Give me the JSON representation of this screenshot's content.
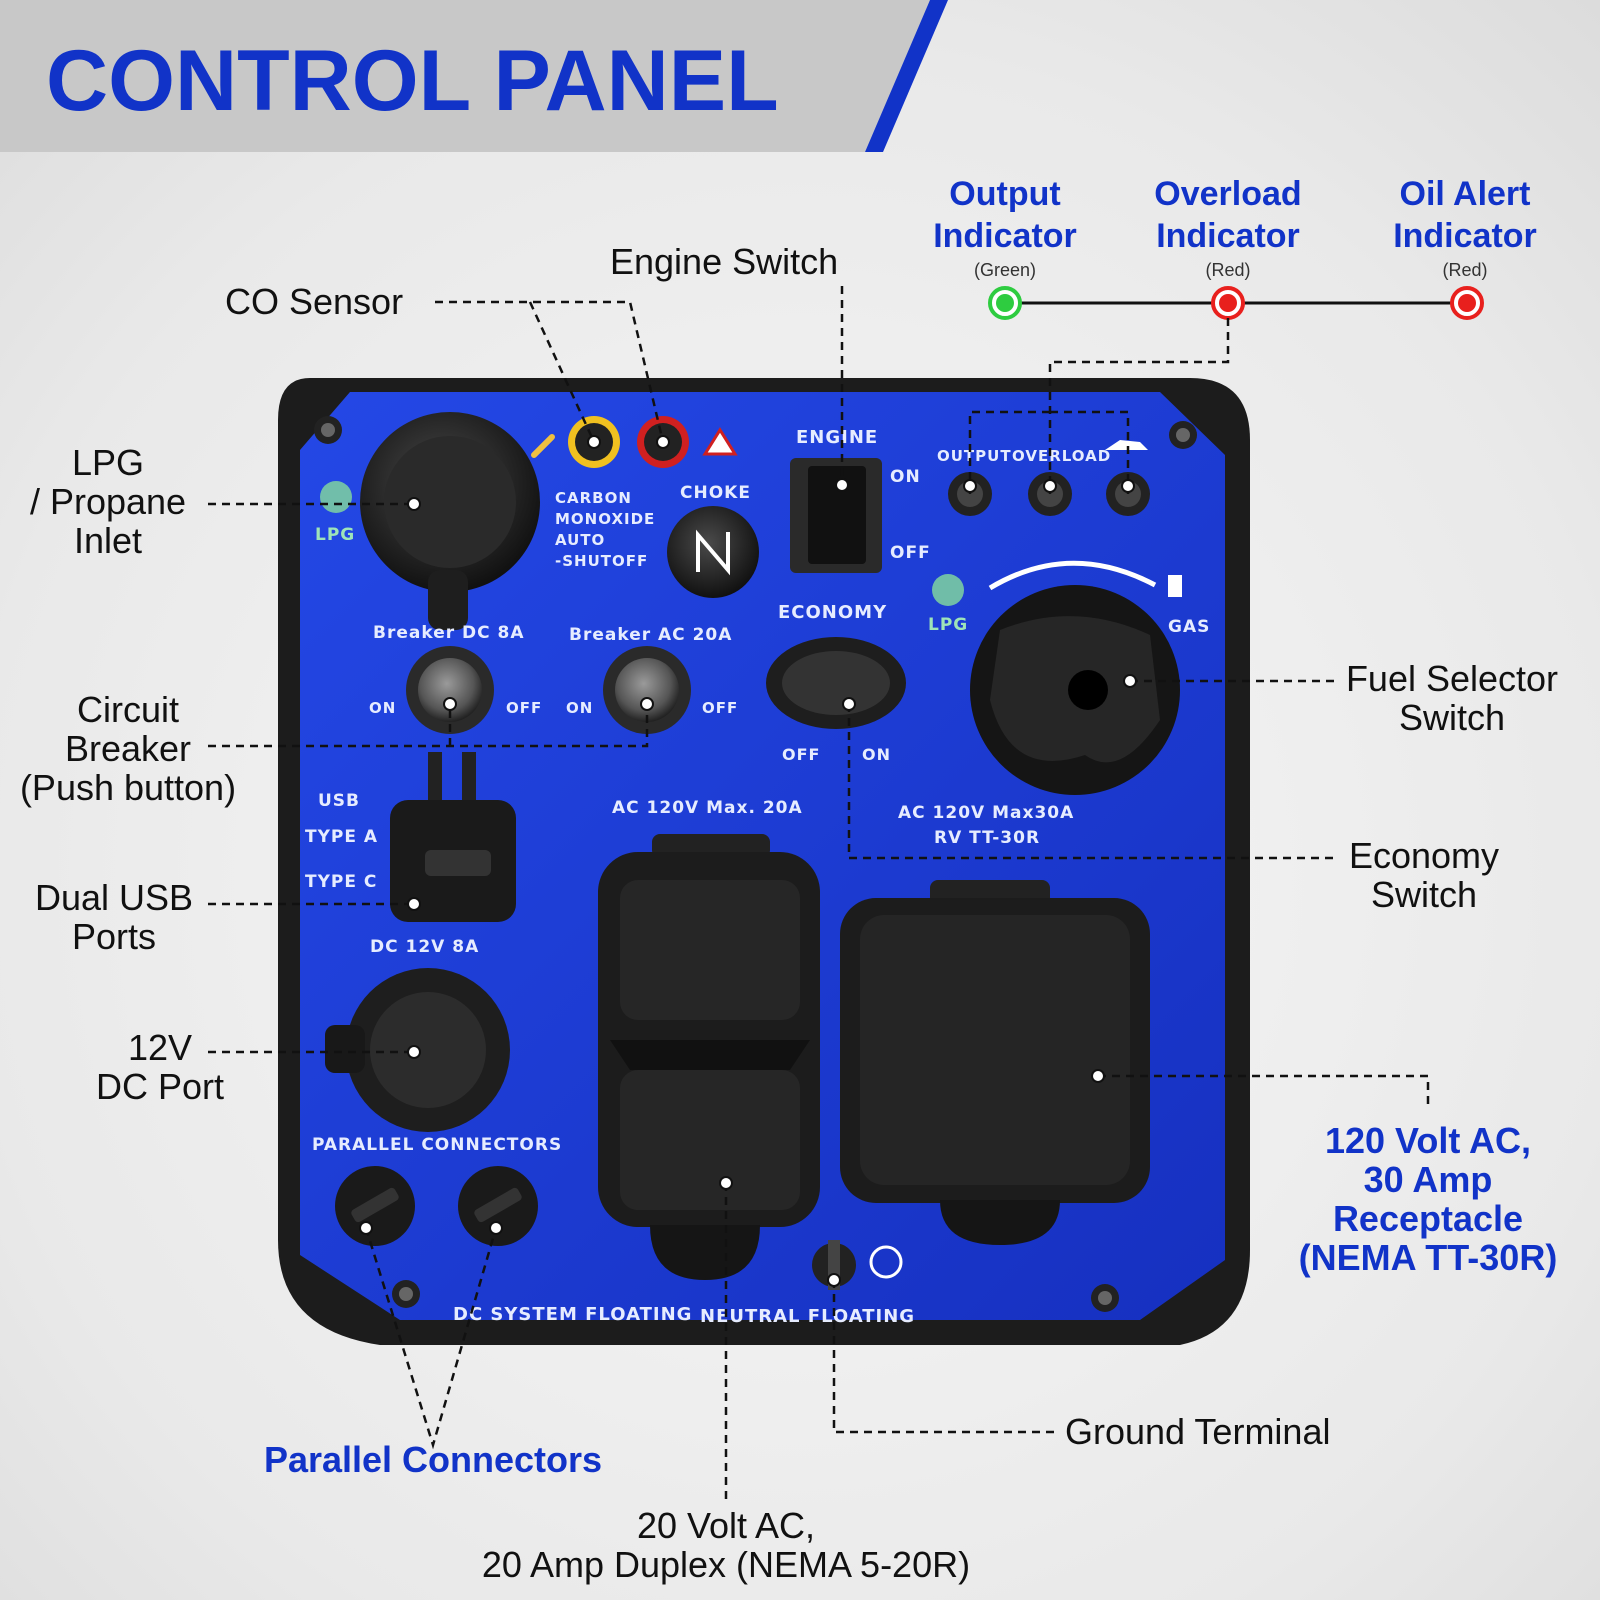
{
  "header": {
    "title": "CONTROL PANEL"
  },
  "colors": {
    "accent_blue": "#1133c8",
    "panel_blue": "#1a3bd6",
    "indicator_green": "#2ecc40",
    "indicator_red": "#e8201d"
  },
  "indicators": [
    {
      "line1": "Output",
      "line2": "Indicator",
      "color_label": "(Green)"
    },
    {
      "line1": "Overload",
      "line2": "Indicator",
      "color_label": "(Red)"
    },
    {
      "line1": "Oil Alert",
      "line2": "Indicator",
      "color_label": "(Red)"
    }
  ],
  "callouts": {
    "engine_switch": "Engine Switch",
    "co_sensor": "CO Sensor",
    "lpg_inlet": [
      "LPG",
      "/ Propane",
      "Inlet"
    ],
    "circuit_breaker": [
      "Circuit",
      "Breaker",
      "(Push button)"
    ],
    "dual_usb": [
      "Dual USB",
      "Ports"
    ],
    "dc_port": [
      "12V",
      "DC Port"
    ],
    "fuel_selector": [
      "Fuel Selector",
      "Switch"
    ],
    "economy_switch": [
      "Economy",
      "Switch"
    ],
    "receptacle_30a": [
      "120 Volt AC,",
      "30 Amp",
      "Receptacle",
      "(NEMA TT-30R)"
    ],
    "parallel_connectors": "Parallel Connectors",
    "ground_terminal": "Ground Terminal",
    "duplex_20a": [
      "20 Volt AC,",
      "20 Amp Duplex (NEMA 5-20R)"
    ]
  },
  "panel_labels": {
    "lpg": "LPG",
    "carbon_monoxide": [
      "CARBON",
      "MONOXIDE",
      "AUTO",
      "-SHUTOFF"
    ],
    "choke": "CHOKE",
    "engine": "ENGINE",
    "on": "ON",
    "off": "OFF",
    "output": "OUTPUT",
    "overload": "OVERLOAD",
    "gas": "GAS",
    "economy": "ECONOMY",
    "breaker_dc": "Breaker DC 8A",
    "breaker_ac": "Breaker AC 20A",
    "usb": "USB",
    "type_a": "TYPE A",
    "type_c": "TYPE C",
    "dc_12v": "DC 12V 8A",
    "ac_20a": "AC 120V Max. 20A",
    "ac_30a": [
      "AC 120V Max30A",
      "RV TT-30R"
    ],
    "off_on_econ": [
      "OFF",
      "ON"
    ],
    "parallel": "PARALLEL CONNECTORS",
    "dc_floating": "DC SYSTEM FLOATING",
    "neutral_floating": "NEUTRAL FLOATING"
  }
}
